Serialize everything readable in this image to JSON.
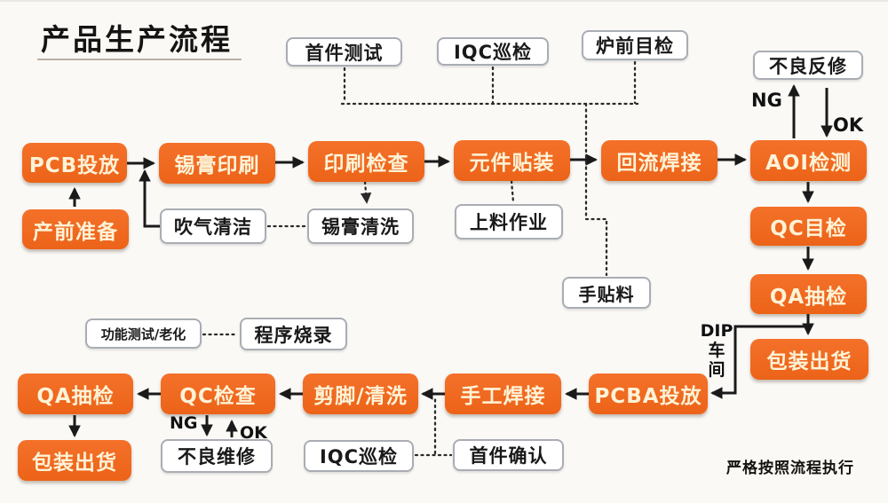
{
  "title": "产品生产流程",
  "footer_note": "严格按照流程执行",
  "labels": {
    "ng_top": "NG",
    "ok_top": "OK",
    "ng_bottom": "NG",
    "ok_bottom": "OK",
    "dip_line1": "DIP",
    "dip_line2": "车",
    "dip_line3": "间"
  },
  "nodes": {
    "pcb_feed": "PCB投放",
    "pre_production": "产前准备",
    "solder_paste_print": "锡膏印刷",
    "print_inspect": "印刷检查",
    "component_mount": "元件贴装",
    "reflow_solder": "回流焊接",
    "aoi_inspect": "AOI检测",
    "qc_visual": "QC目检",
    "qa_sampling_right": "QA抽检",
    "packing_right": "包装出货",
    "first_article_test": "首件测试",
    "iqc_patrol_top": "IQC巡检",
    "furnace_visual": "炉前目检",
    "defect_rework_top": "不良反修",
    "air_blow_clean": "吹气清洁",
    "paste_clean": "锡膏清洗",
    "material_loading": "上料作业",
    "hand_placement": "手贴料",
    "function_aging_test": "功能测试/老化",
    "program_burning": "程序烧录",
    "qa_sampling_bottom": "QA抽检",
    "qc_check": "QC检查",
    "cut_clean": "剪脚/清洗",
    "hand_solder": "手工焊接",
    "pcba_feed": "PCBA投放",
    "packing_bottom": "包装出货",
    "defect_repair": "不良维修",
    "iqc_patrol_bottom": "IQC巡检",
    "first_article_confirm": "首件确认"
  },
  "colors": {
    "process_box": "#ee671f",
    "process_box_text": "#fdf3d7",
    "note_box_border": "#a9adb3",
    "line": "#1a1a1a",
    "background": "#faf9f6"
  }
}
